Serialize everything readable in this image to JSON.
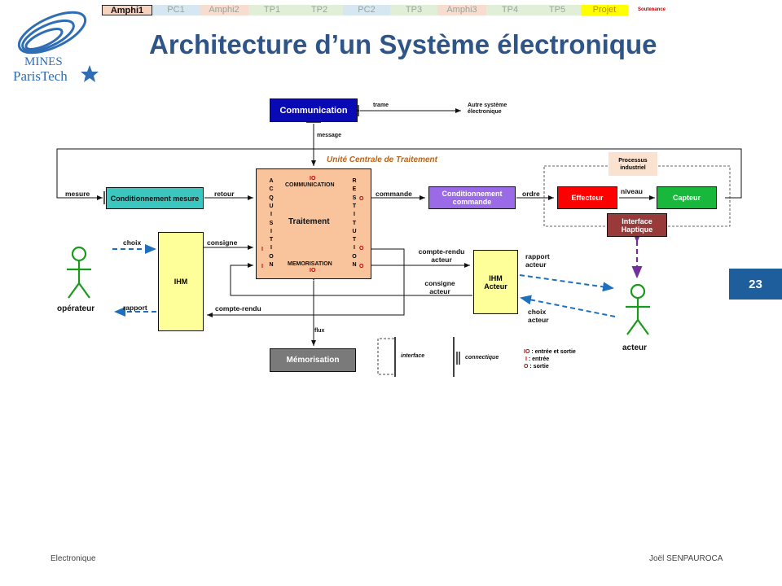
{
  "nav": {
    "tabs": [
      {
        "label": "Amphi1",
        "bg": "#f7d3bf",
        "w": 62,
        "active": true
      },
      {
        "label": "PC1",
        "bg": "#d6e7f2",
        "w": 58
      },
      {
        "label": "Amphi2",
        "bg": "#f7dcd0",
        "w": 60
      },
      {
        "label": "TP1",
        "bg": "#e1efd9",
        "w": 58
      },
      {
        "label": "TP2",
        "bg": "#e1efd9",
        "w": 58
      },
      {
        "label": "PC2",
        "bg": "#d6e7f2",
        "w": 58
      },
      {
        "label": "TP3",
        "bg": "#e1efd9",
        "w": 58
      },
      {
        "label": "Amphi3",
        "bg": "#f7dcd0",
        "w": 60
      },
      {
        "label": "TP4",
        "bg": "#e1efd9",
        "w": 58
      },
      {
        "label": "TP5",
        "bg": "#e1efd9",
        "w": 58
      },
      {
        "label": "Projet",
        "bg": "#ffff00",
        "w": 58
      },
      {
        "label": "Soutenance",
        "bg": "#ffffff",
        "w": 58,
        "small": true
      }
    ]
  },
  "logo": {
    "line1": "MINES",
    "line2": "ParisTech"
  },
  "title": "Architecture d’un Système électronique",
  "diagram": {
    "communication": "Communication",
    "trame": "trame",
    "autre_line1": "Autre système",
    "autre_line2": "électronique",
    "message": "message",
    "uct": "Unité Centrale de Traitement",
    "io_top": "IO",
    "comm_inner": "COMMUNICATION",
    "traitement": "Traitement",
    "memorisation_inner": "MEMORISATION",
    "io_bottom": "IO",
    "acquisition": "ACQUISITION",
    "restitution": "RESTITUTION",
    "mesure": "mesure",
    "cond_mesure": "Conditionnement mesure",
    "retour": "retour",
    "commande": "commande",
    "cond_commande": "Conditionnement commande",
    "ordre": "ordre",
    "processus": "Processus industriel",
    "effecteur": "Effecteur",
    "niveau": "niveau",
    "capteur": "Capteur",
    "interface_haptique": "Interface Haptique",
    "choix": "choix",
    "consigne": "consigne",
    "ihm": "IHM",
    "rapport": "rapport",
    "operateur": "opérateur",
    "compte_rendu": "compte-rendu",
    "compte_rendu_acteur": "compte-rendu acteur",
    "consigne_acteur": "consigne acteur",
    "ihm_acteur": "IHM Acteur",
    "rapport_acteur": "rapport acteur",
    "choix_acteur": "choix acteur",
    "acteur": "acteur",
    "flux": "flux",
    "memorisation": "Mémorisation",
    "legend_interface": "interface",
    "legend_connectique": "connectique",
    "legend_io_key": "IO",
    "legend_io": ": entrée et sortie",
    "legend_i_key": "I",
    "legend_i": ": entrée",
    "legend_o_key": "O",
    "legend_o": ": sortie"
  },
  "page_number": "23",
  "footer": {
    "left": "Electronique",
    "right": "Joël SENPAUROCA"
  },
  "colors": {
    "title": "#2f5588",
    "communication": "#0a0ab5",
    "cond_mesure": "#3cc6c0",
    "uct_fill": "#f9c39c",
    "cond_commande": "#9b6ae6",
    "effecteur": "#ff0000",
    "capteur": "#19b83c",
    "haptique": "#983a3a",
    "processus": "#fbe1d0",
    "ihm": "#ffff99",
    "memorisation": "#7a7a7a",
    "stick_figure": "#1a9a1a",
    "dashed_arrow": "#1f6fbf",
    "haptic_arrow": "#7030a0",
    "badge": "#1f5e9c"
  }
}
